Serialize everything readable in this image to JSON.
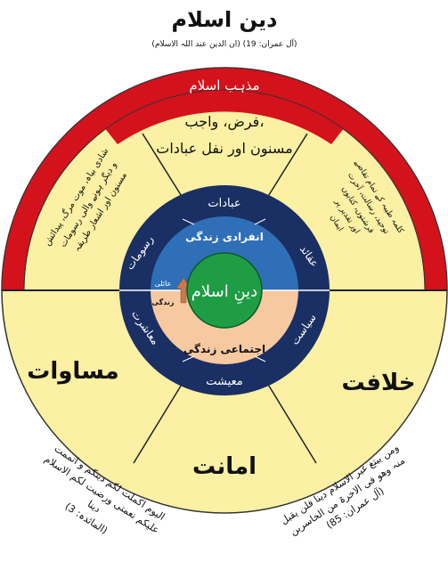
{
  "header": {
    "title": "دین اسلام",
    "subtitle": "(ان الدین عند اللہ الاسلام) (آل عمران: 19)"
  },
  "outer_ring": {
    "label": "مذہب اسلام"
  },
  "top_segment": {
    "line1": "فرض، واجب،",
    "line2": "مسنون اور نفل عبادات"
  },
  "left_segment": {
    "lines": [
      "شادی بیاہ، موت مرگ، پیدائش",
      "و دیگر ہونے والی رسومات",
      "مسنون اور اشعار طریقہ"
    ]
  },
  "right_segment": {
    "lines": [
      "کلمہ طیبہ کے تمام تقاضے",
      "توحید، رسالت، آخرت",
      "فرشتوں، کتابوں",
      "اور تقدیر پر",
      "ایمان"
    ]
  },
  "segments": {
    "middle_left": "مساوات",
    "middle_right": "خلافت",
    "bottom_center": "امانت"
  },
  "inner_ring": {
    "top": "عبادات",
    "left": "رسومات",
    "right": "عقائد",
    "bottom": "معیشت",
    "bottom_left": "معاشرت",
    "bottom_right": "سیاست",
    "personal_life": "انفرادی زندگی",
    "social_life": "اجتماعی زندگی",
    "family": "عائلی",
    "family_life": "زندگی"
  },
  "center": {
    "label": "دینِ اسلام"
  },
  "quotes": {
    "right_lines": [
      "ومن یبتغ غیر الاسلام دینا فلن یقبل",
      "منہ وھو فی الاخرۃ من الخاسرین",
      "(آل عمران: 85)"
    ],
    "left_lines": [
      "الیوم اکملت لکم دینکم و اتممت",
      "علیکم نعمتی ورضیت لکم الاسلام",
      "دینا",
      "(المائدہ: 3)"
    ]
  },
  "colors": {
    "red": "#d4121c",
    "cream": "#fbf0a3",
    "navy": "#1a2f63",
    "blue": "#2f6fb8",
    "peach": "#f7c9a0",
    "green": "#1e9d45"
  }
}
